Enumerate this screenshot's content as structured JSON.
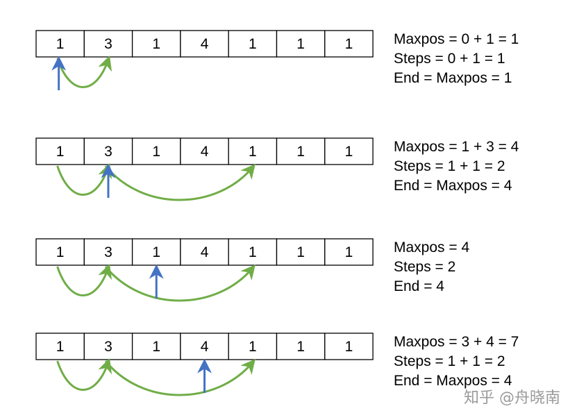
{
  "rows": [
    {
      "cells": [
        "1",
        "3",
        "1",
        "4",
        "1",
        "1",
        "1"
      ],
      "pointer_index": 0,
      "jumps": [
        [
          0,
          1
        ]
      ],
      "info": [
        "Maxpos = 0 + 1 = 1",
        "Steps = 0 + 1 = 1",
        "End = Maxpos = 1"
      ]
    },
    {
      "cells": [
        "1",
        "3",
        "1",
        "4",
        "1",
        "1",
        "1"
      ],
      "pointer_index": 1,
      "jumps": [
        [
          0,
          1
        ],
        [
          1,
          4
        ]
      ],
      "info": [
        "Maxpos = 1 + 3 = 4",
        "Steps = 1 + 1 = 2",
        "End = Maxpos = 4"
      ]
    },
    {
      "cells": [
        "1",
        "3",
        "1",
        "4",
        "1",
        "1",
        "1"
      ],
      "pointer_index": 2,
      "jumps": [
        [
          0,
          1
        ],
        [
          1,
          4
        ]
      ],
      "info": [
        "Maxpos = 4",
        "Steps = 2",
        "End = 4"
      ]
    },
    {
      "cells": [
        "1",
        "3",
        "1",
        "4",
        "1",
        "1",
        "1"
      ],
      "pointer_index": 3,
      "jumps": [
        [
          0,
          1
        ],
        [
          1,
          4
        ]
      ],
      "info": [
        "Maxpos = 3 + 4 = 7",
        "Steps = 1 + 1 = 2",
        "End = Maxpos = 4"
      ]
    }
  ],
  "watermark": "知乎 @舟晓南",
  "colors": {
    "jump": "#70ad47",
    "pointer": "#4472c4",
    "border": "#000000"
  }
}
